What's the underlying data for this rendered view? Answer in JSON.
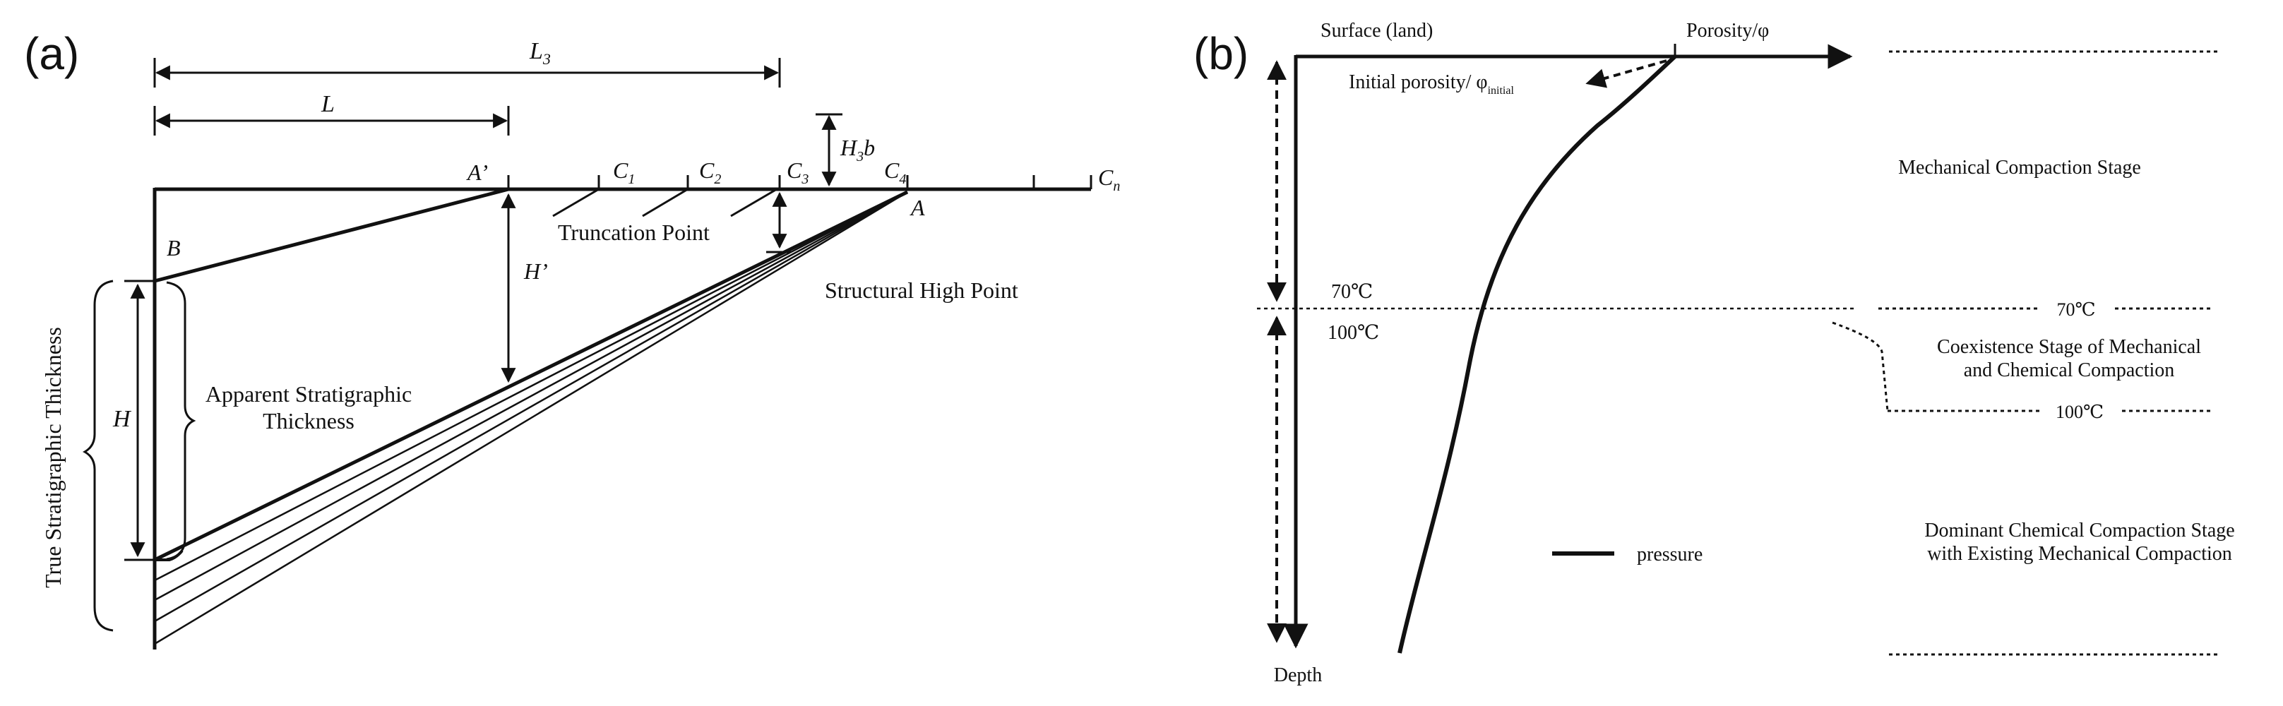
{
  "panel_a": {
    "panel_label": "(a)",
    "labels": {
      "L3_main": "L",
      "L3_sub": "3",
      "L": "L",
      "H3b_H": "H",
      "H3b_sub": "3",
      "H3b_b": "b",
      "A_prime": "A’",
      "C1_main": "C",
      "C1_sub": "1",
      "C2_main": "C",
      "C2_sub": "2",
      "C3_main": "C",
      "C3_sub": "3",
      "C4_main": "C",
      "C4_sub": "4",
      "Cn_main": "C",
      "Cn_sub": "n",
      "A": "A",
      "B": "B",
      "H_prime": "H’",
      "H": "H",
      "truncation_point": "Truncation Point",
      "structural_high_point": "Structural High Point",
      "apparent_line1": "Apparent Stratigraphic",
      "apparent_line2": "Thickness",
      "true_thickness": "True Stratigraphic Thickness"
    }
  },
  "panel_b": {
    "panel_label": "(b)",
    "labels": {
      "surface": "Surface (land)",
      "porosity": "Porosity/φ",
      "initial_porosity": "Initial porosity/ φ",
      "initial_sub": "initial",
      "temp70_left": "70℃",
      "temp100_left": "100℃",
      "temp70_right": "70℃",
      "temp100_right": "100℃",
      "depth": "Depth",
      "legend_pressure": "pressure",
      "stage_mechanical": "Mechanical Compaction Stage",
      "stage_coexist_1": "Coexistence Stage of Mechanical",
      "stage_coexist_2": "and Chemical Compaction",
      "stage_chemical_1": "Dominant Chemical Compaction Stage",
      "stage_chemical_2": "with Existing Mechanical Compaction"
    }
  },
  "colors": {
    "ink": "#111111",
    "background": "#ffffff"
  }
}
